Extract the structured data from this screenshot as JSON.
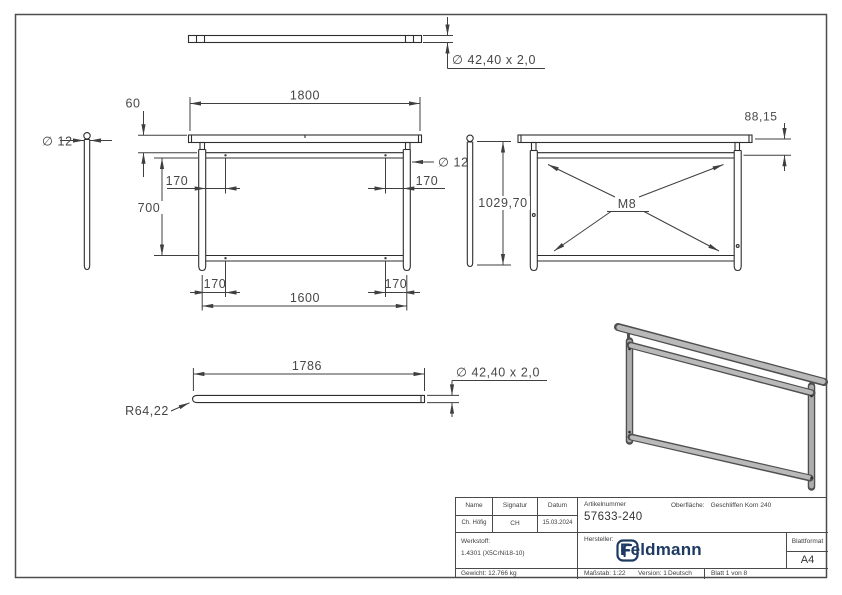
{
  "colors": {
    "brand_navy": "#1d3a63",
    "line": "#3f3f3f",
    "tube_gray": "#b9b9b9",
    "tube_dark": "#4f4f4f"
  },
  "drawing": {
    "top_view": {
      "tube_dia": "∅ 42,40 x 2,0"
    },
    "rod_view": {
      "dia": "∅ 12"
    },
    "front_view": {
      "width": "1800",
      "offset_top": "60",
      "rod_dia": "∅ 12",
      "inset_top_left": "170",
      "inset_top_right": "170",
      "height": "700",
      "inset_bottom_left": "170",
      "inset_bottom_right": "170",
      "inner_width": "1600"
    },
    "side_view": {
      "height": "1029,70",
      "offset_top": "88,15",
      "thread": "M8"
    },
    "bottom_view": {
      "length": "1786",
      "tube_dia": "∅ 42,40 x 2,0",
      "bend_radius": "R64,22"
    }
  },
  "title_block": {
    "col_name": "Name",
    "col_signature": "Signatur",
    "col_date": "Datum",
    "name": "Ch. Höfig",
    "signature": "CH",
    "date": "15.03.2024",
    "material_label": "Werkstoff:",
    "material": "1.4301 (X5CrNi18-10)",
    "weight": "Gewicht: 12.766 kg",
    "article_label": "Artikelnummer",
    "article_number": "57633-240",
    "surface_label": "Oberfläche:",
    "surface": "Geschliffen Korn 240",
    "manufacturer_label": "Hersteller:",
    "brand": "Feldmann",
    "format_label": "Blattformat",
    "format": "A4",
    "scale": "Maßstab: 1:22",
    "version": "Version: 1",
    "language": "Deutsch",
    "sheet": "Blatt 1 von 8"
  }
}
